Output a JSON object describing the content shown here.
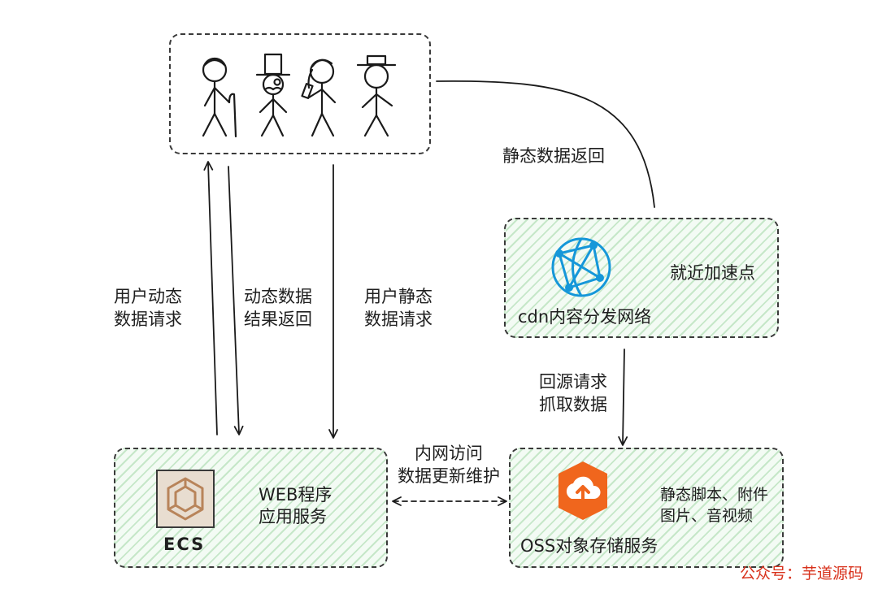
{
  "users_box": {
    "icons": [
      "person-with-cane-icon",
      "person-with-top-hat-icon",
      "person-with-ponytail-icon",
      "person-with-hat-icon"
    ]
  },
  "cdn": {
    "accel_label": "就近加速点",
    "name": "cdn内容分发网络",
    "icon": "globe-network-icon",
    "icon_color": "#1597d9"
  },
  "ecs": {
    "name": "ECS",
    "service_line1": "WEB程序",
    "service_line2": "应用服务",
    "icon": "ecs-icon",
    "icon_color": "#b8845a"
  },
  "oss": {
    "name": "OSS对象存储服务",
    "detail_line1": "静态脚本、附件",
    "detail_line2": "图片、音视频",
    "icon": "oss-upload-cloud-icon",
    "icon_color": "#f0661d"
  },
  "edges": {
    "user_dynamic_line1": "用户动态",
    "user_dynamic_line2": "数据请求",
    "dynamic_result_line1": "动态数据",
    "dynamic_result_line2": "结果返回",
    "user_static_line1": "用户静态",
    "user_static_line2": "数据请求",
    "static_return": "静态数据返回",
    "origin_line1": "回源请求",
    "origin_line2": "抓取数据",
    "intranet_line1": "内网访问",
    "intranet_line2": "数据更新维护"
  },
  "watermark": {
    "text": "公众号：芋道源码",
    "color": "#d8321c"
  }
}
